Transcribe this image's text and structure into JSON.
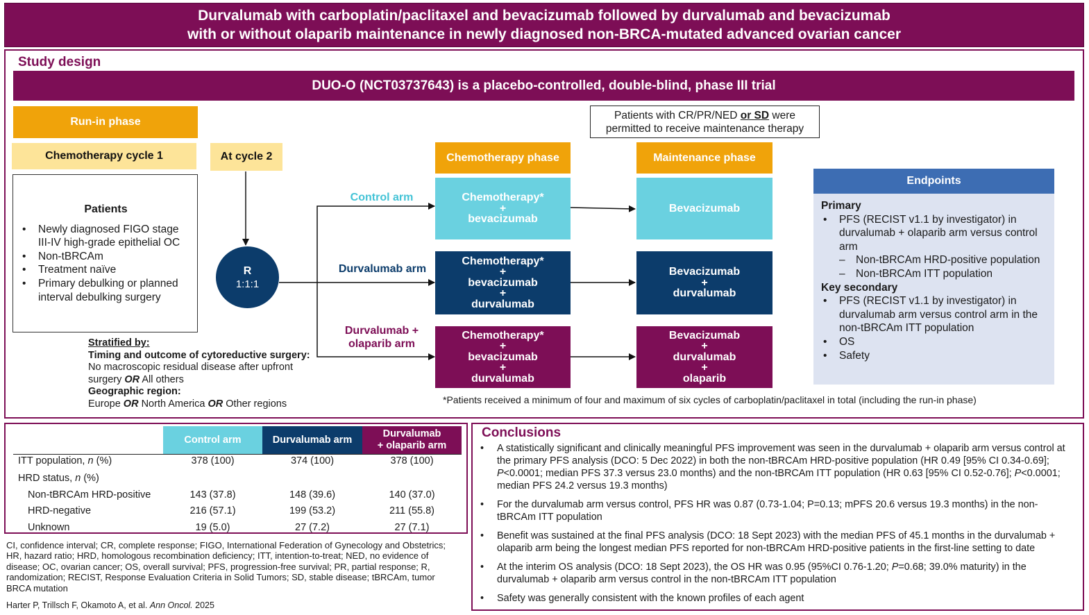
{
  "title": {
    "line1": "Durvalumab with carboplatin/paclitaxel and bevacizumab followed by durvalumab and bevacizumab",
    "line2": "with or without olaparib maintenance in newly diagnosed non-BRCA-mutated advanced ovarian cancer"
  },
  "study_design": {
    "heading": "Study design",
    "trial_banner": "DUO-O (NCT03737643) is a placebo-controlled, double-blind, phase III trial",
    "run_in_phase": "Run-in phase",
    "chemo_cycle1": "Chemotherapy cycle 1",
    "at_cycle2": "At cycle 2",
    "patients": {
      "heading": "Patients",
      "items": [
        "Newly diagnosed FIGO stage III-IV high-grade epithelial OC",
        "Non-tBRCAm",
        "Treatment naïve",
        "Primary debulking or planned interval debulking surgery"
      ]
    },
    "stratified": {
      "heading": "Stratified by:",
      "timing_heading": "Timing and outcome of cytoreductive surgery:",
      "timing_a": "No macroscopic residual disease after upfront surgery",
      "or": "OR",
      "timing_b": "All others",
      "region_heading": "Geographic region:",
      "region_a": "Europe",
      "region_b": "North America",
      "region_c": "Other regions"
    },
    "randomization": {
      "letter": "R",
      "ratio": "1:1:1"
    },
    "eligibility_note": {
      "part1": "Patients with CR/PR/NED",
      "emphasis": "or SD",
      "part2": "were",
      "line2": "permitted to receive maintenance therapy"
    },
    "chemo_phase": "Chemotherapy phase",
    "maintenance_phase": "Maintenance phase",
    "plus": "+",
    "arms": {
      "control": {
        "label": "Control arm",
        "chemo": [
          "Chemotherapy*",
          "bevacizumab"
        ],
        "maint": [
          "Bevacizumab"
        ]
      },
      "durvalumab": {
        "label": "Durvalumab arm",
        "chemo": [
          "Chemotherapy*",
          "bevacizumab",
          "durvalumab"
        ],
        "maint": [
          "Bevacizumab",
          "durvalumab"
        ]
      },
      "durva_ola": {
        "label_line1": "Durvalumab +",
        "label_line2": "olaparib arm",
        "chemo": [
          "Chemotherapy*",
          "bevacizumab",
          "durvalumab"
        ],
        "maint": [
          "Bevacizumab",
          "durvalumab",
          "olaparib"
        ]
      }
    },
    "endpoints": {
      "header": "Endpoints",
      "primary_heading": "Primary",
      "primary_item": "PFS (RECIST v1.1 by investigator) in durvalumab + olaparib arm versus control arm",
      "primary_subitems": [
        "Non-tBRCAm HRD-positive population",
        "Non-tBRCAm ITT population"
      ],
      "secondary_heading": "Key secondary",
      "secondary_items": [
        "PFS (RECIST v1.1 by investigator) in durvalumab arm versus control arm in the non-tBRCAm ITT population",
        "OS",
        "Safety"
      ]
    },
    "footnote": "*Patients received a minimum of four and maximum of six cycles of carboplatin/paclitaxel in total (including the run-in phase)"
  },
  "table": {
    "headers": {
      "control": "Control arm",
      "durvalumab": "Durvalumab arm",
      "durva_ola_line1": "Durvalumab",
      "durva_ola_line2": "+ olaparib arm"
    },
    "row_itt": {
      "label": "ITT population,",
      "label_n": "n",
      "label_suffix": "(%)",
      "values": [
        "378 (100)",
        "374 (100)",
        "378 (100)"
      ]
    },
    "row_hrd": {
      "label": "HRD status,",
      "label_n": "n",
      "label_suffix": "(%)"
    },
    "rows": [
      {
        "label": "Non-tBRCAm HRD-positive",
        "values": [
          "143 (37.8)",
          "148 (39.6)",
          "140 (37.0)"
        ]
      },
      {
        "label": "HRD-negative",
        "values": [
          "216 (57.1)",
          "199 (53.2)",
          "211 (55.8)"
        ]
      },
      {
        "label": "Unknown",
        "values": [
          "19 (5.0)",
          "27 (7.2)",
          "27 (7.1)"
        ]
      }
    ],
    "colors": {
      "control": "#6ad1e0",
      "durvalumab": "#0c3c6b",
      "durva_ola": "#7d0e56"
    }
  },
  "abbreviations": "CI, confidence interval; CR, complete response; FIGO, International Federation of Gynecology and Obstetrics; HR, hazard ratio; HRD, homologous recombination deficiency; ITT, intention-to-treat; NED, no evidence of disease; OC, ovarian cancer; OS, overall survival; PFS, progression-free survival; PR, partial response; R, randomization; RECIST, Response Evaluation Criteria in Solid Tumors; SD, stable disease; tBRCAm, tumor BRCA mutation",
  "reference": {
    "authors": "Harter P, Trillsch F, Okamoto A, et al.",
    "journal": "Ann Oncol.",
    "year": "2025"
  },
  "conclusions": {
    "heading": "Conclusions",
    "c1_a": "A statistically significant and clinically meaningful PFS improvement was seen in the durvalumab + olaparib arm versus control at the primary PFS analysis (DCO: 5 Dec 2022) in both the non-tBRCAm HRD-positive population (HR 0.49 [95% CI 0.34-0.69];",
    "c1_p1": "P",
    "c1_b": "<0.0001; median PFS 37.3 versus 23.0 months) and the non-tBRCAm ITT population (HR 0.63 [95% CI 0.52-0.76];",
    "c1_p2": "P",
    "c1_c": "<0.0001; median PFS 24.2 versus 19.3 months)",
    "c2": "For the durvalumab arm versus control, PFS HR was 0.87 (0.73-1.04; P=0.13; mPFS 20.6 versus 19.3 months) in the non-tBRCAm ITT population",
    "c3": "Benefit was sustained at the final PFS analysis (DCO: 18 Sept 2023) with the median PFS of 45.1 months in the durvalumab + olaparib arm being the longest median PFS reported for non-tBRCAm HRD-positive patients in the first-line setting to date",
    "c4_a": "At the interim OS analysis (DCO: 18 Sept 2023), the OS HR was 0.95 (95%CI 0.76-1.20;",
    "c4_p": "P",
    "c4_b": "=0.68; 39.0% maturity) in the durvalumab + olaparib arm versus control in the non-tBRCAm ITT population",
    "c5": "Safety was generally consistent with the known profiles of each agent"
  }
}
